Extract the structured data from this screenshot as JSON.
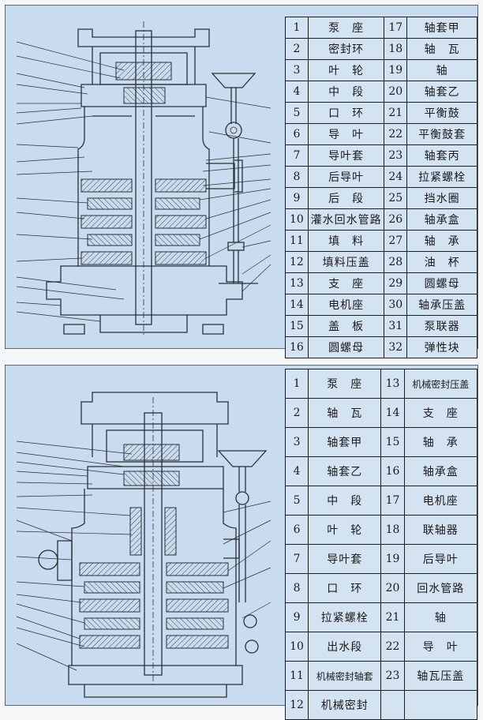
{
  "top": {
    "left_column": [
      {
        "no": "1",
        "name": "泵　座"
      },
      {
        "no": "2",
        "name": "密封环"
      },
      {
        "no": "3",
        "name": "叶　轮"
      },
      {
        "no": "4",
        "name": "中　段"
      },
      {
        "no": "5",
        "name": "口　环"
      },
      {
        "no": "6",
        "name": "导　叶"
      },
      {
        "no": "7",
        "name": "导叶套"
      },
      {
        "no": "8",
        "name": "后导叶"
      },
      {
        "no": "9",
        "name": "后　段"
      },
      {
        "no": "10",
        "name": "灌水回水管路"
      },
      {
        "no": "11",
        "name": "填　料"
      },
      {
        "no": "12",
        "name": "填料压盖"
      },
      {
        "no": "13",
        "name": "支　座"
      },
      {
        "no": "14",
        "name": "电机座"
      },
      {
        "no": "15",
        "name": "盖　板"
      },
      {
        "no": "16",
        "name": "圆螺母"
      }
    ],
    "right_column": [
      {
        "no": "17",
        "name": "轴套甲"
      },
      {
        "no": "18",
        "name": "轴　瓦"
      },
      {
        "no": "19",
        "name": "轴"
      },
      {
        "no": "20",
        "name": "轴套乙"
      },
      {
        "no": "21",
        "name": "平衡鼓"
      },
      {
        "no": "22",
        "name": "平衡鼓套"
      },
      {
        "no": "23",
        "name": "轴套丙"
      },
      {
        "no": "24",
        "name": "拉紧螺栓"
      },
      {
        "no": "25",
        "name": "挡水圈"
      },
      {
        "no": "26",
        "name": "轴承盒"
      },
      {
        "no": "27",
        "name": "轴　承"
      },
      {
        "no": "28",
        "name": "油　杯"
      },
      {
        "no": "29",
        "name": "圆螺母"
      },
      {
        "no": "30",
        "name": "轴承压盖"
      },
      {
        "no": "31",
        "name": "泵联器"
      },
      {
        "no": "32",
        "name": "弹性块"
      }
    ]
  },
  "bottom": {
    "left_column": [
      {
        "no": "1",
        "name": "泵　座"
      },
      {
        "no": "2",
        "name": "轴　瓦"
      },
      {
        "no": "3",
        "name": "轴套甲"
      },
      {
        "no": "4",
        "name": "轴套乙"
      },
      {
        "no": "5",
        "name": "中　段"
      },
      {
        "no": "6",
        "name": "叶　轮"
      },
      {
        "no": "7",
        "name": "导叶套"
      },
      {
        "no": "8",
        "name": "口　环"
      },
      {
        "no": "9",
        "name": "拉紧螺栓"
      },
      {
        "no": "10",
        "name": "出水段"
      },
      {
        "no": "11",
        "name": "机械密封轴套"
      },
      {
        "no": "12",
        "name": "机械密封"
      }
    ],
    "right_column": [
      {
        "no": "13",
        "name": "机械密封压盖"
      },
      {
        "no": "14",
        "name": "支　座"
      },
      {
        "no": "15",
        "name": "轴　承"
      },
      {
        "no": "16",
        "name": "轴承盒"
      },
      {
        "no": "17",
        "name": "电机座"
      },
      {
        "no": "18",
        "name": "联轴器"
      },
      {
        "no": "19",
        "name": "后导叶"
      },
      {
        "no": "20",
        "name": "回水管路"
      },
      {
        "no": "21",
        "name": "轴"
      },
      {
        "no": "22",
        "name": "导　叶"
      },
      {
        "no": "23",
        "name": "轴瓦压盖"
      },
      {
        "no": "",
        "name": ""
      }
    ]
  }
}
